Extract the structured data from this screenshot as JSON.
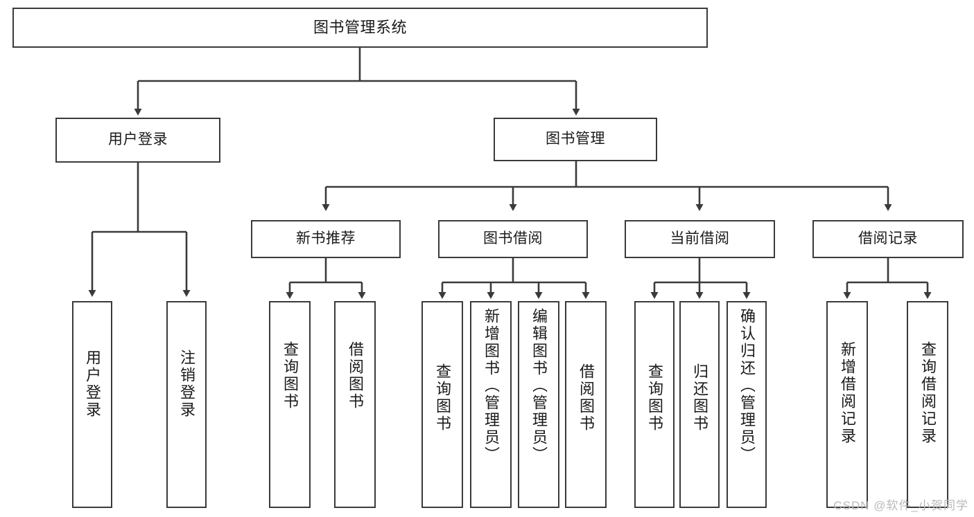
{
  "diagram": {
    "title": "图书管理系统",
    "type": "tree-hierarchy-chart",
    "root": {
      "label": "图书管理系统"
    },
    "level2": [
      {
        "label": "用户登录"
      },
      {
        "label": "图书管理"
      }
    ],
    "level3": [
      {
        "label": "新书推荐"
      },
      {
        "label": "图书借阅"
      },
      {
        "label": "当前借阅"
      },
      {
        "label": "借阅记录"
      }
    ],
    "leaves": {
      "user_login": [
        {
          "label": "用户登录"
        },
        {
          "label": "注销登录"
        }
      ],
      "new_book_recommend": [
        {
          "label": "查询图书"
        },
        {
          "label": "借阅图书"
        }
      ],
      "book_borrow": [
        {
          "label": "查询图书"
        },
        {
          "label": "新增图书（管理员）"
        },
        {
          "label": "编辑图书（管理员）"
        },
        {
          "label": "借阅图书"
        }
      ],
      "current_borrow": [
        {
          "label": "查询图书"
        },
        {
          "label": "归还图书"
        },
        {
          "label": "确认归还（管理员）"
        }
      ],
      "borrow_record": [
        {
          "label": "新增借阅记录"
        },
        {
          "label": "查询借阅记录"
        }
      ]
    }
  },
  "watermark": {
    "text": "CSDN @软件_小贺同学"
  },
  "colors": {
    "stroke": "#3a3a3a",
    "background": "#ffffff",
    "text": "#1a1a1a",
    "watermark": "#b9b9b9"
  }
}
